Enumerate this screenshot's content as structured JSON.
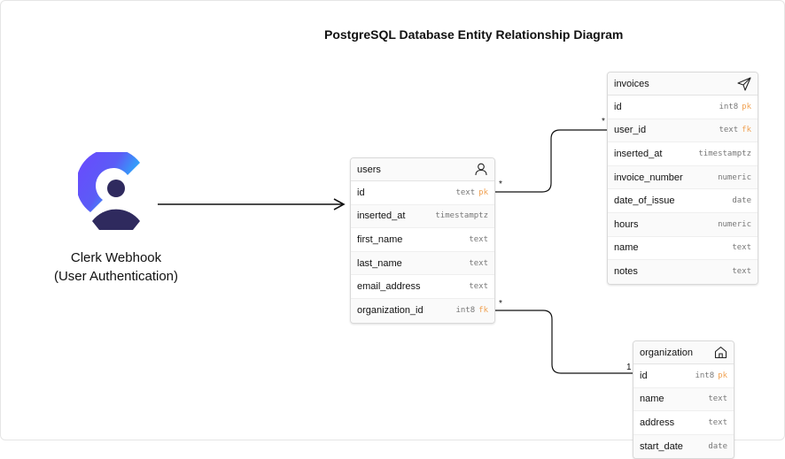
{
  "diagram": {
    "title": "PostgreSQL Database Entity Relationship Diagram"
  },
  "source": {
    "name_line1": "Clerk Webhook",
    "name_line2": "(User Authentication)",
    "icon": "clerk-logo-icon"
  },
  "entities": {
    "users": {
      "name": "users",
      "icon": "user-icon",
      "columns": [
        {
          "name": "id",
          "type": "text",
          "key": "pk"
        },
        {
          "name": "inserted_at",
          "type": "timestamptz",
          "key": ""
        },
        {
          "name": "first_name",
          "type": "text",
          "key": ""
        },
        {
          "name": "last_name",
          "type": "text",
          "key": ""
        },
        {
          "name": "email_address",
          "type": "text",
          "key": ""
        },
        {
          "name": "organization_id",
          "type": "int8",
          "key": "fk"
        }
      ]
    },
    "invoices": {
      "name": "invoices",
      "icon": "send-icon",
      "columns": [
        {
          "name": "id",
          "type": "int8",
          "key": "pk"
        },
        {
          "name": "user_id",
          "type": "text",
          "key": "fk"
        },
        {
          "name": "inserted_at",
          "type": "timestamptz",
          "key": ""
        },
        {
          "name": "invoice_number",
          "type": "numeric",
          "key": ""
        },
        {
          "name": "date_of_issue",
          "type": "date",
          "key": ""
        },
        {
          "name": "hours",
          "type": "numeric",
          "key": ""
        },
        {
          "name": "name",
          "type": "text",
          "key": ""
        },
        {
          "name": "notes",
          "type": "text",
          "key": ""
        }
      ]
    },
    "organization": {
      "name": "organization",
      "icon": "home-icon",
      "columns": [
        {
          "name": "id",
          "type": "int8",
          "key": "pk"
        },
        {
          "name": "name",
          "type": "text",
          "key": ""
        },
        {
          "name": "address",
          "type": "text",
          "key": ""
        },
        {
          "name": "start_date",
          "type": "date",
          "key": ""
        }
      ]
    }
  },
  "relationships": {
    "users_invoices": {
      "from_card": "*",
      "to_card": "*"
    },
    "users_organization": {
      "from_card": "*",
      "to_card": "1"
    }
  }
}
